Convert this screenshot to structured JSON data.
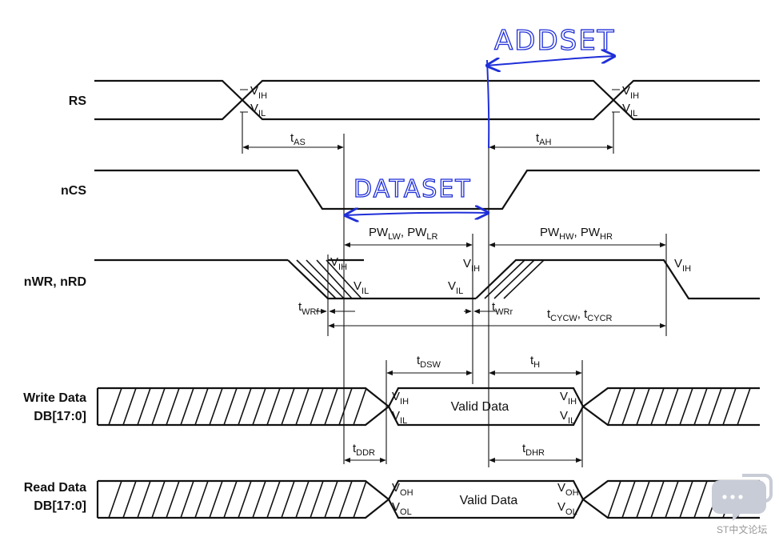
{
  "signals": {
    "rs": "RS",
    "ncs": "nCS",
    "nwr": "nWR, nRD",
    "write_line1": "Write Data",
    "write_line2": "DB[17:0]",
    "read_line1": "Read Data",
    "read_line2": "DB[17:0]"
  },
  "levels": {
    "v": "V",
    "ih": "IH",
    "il": "IL",
    "oh": "OH",
    "ol": "OL"
  },
  "timing": {
    "tas": [
      "t",
      "AS"
    ],
    "tah": [
      "t",
      "AH"
    ],
    "pwl": [
      "PW",
      "LW",
      ", PW",
      "LR"
    ],
    "pwh": [
      "PW",
      "HW",
      ", PW",
      "HR"
    ],
    "twrf": [
      "t",
      "WRf"
    ],
    "twrr": [
      "t",
      "WRr"
    ],
    "tcyc": [
      "t",
      "CYCW",
      ", t",
      "CYCR"
    ],
    "tdsw": [
      "t",
      "DSW"
    ],
    "th": [
      "t",
      "H"
    ],
    "tddr": [
      "t",
      "DDR"
    ],
    "tdhr": [
      "t",
      "DHR"
    ]
  },
  "valid_data": "Valid Data",
  "annotations": {
    "addset": "ADDSET",
    "dataset": "DATASET"
  },
  "watermark": {
    "text": "ST中文论坛",
    "icon": "chat-bubble-icon"
  },
  "colors": {
    "ink": "#111111",
    "annotation": "#1f2fd8",
    "watermark": "#c8ccd6"
  }
}
